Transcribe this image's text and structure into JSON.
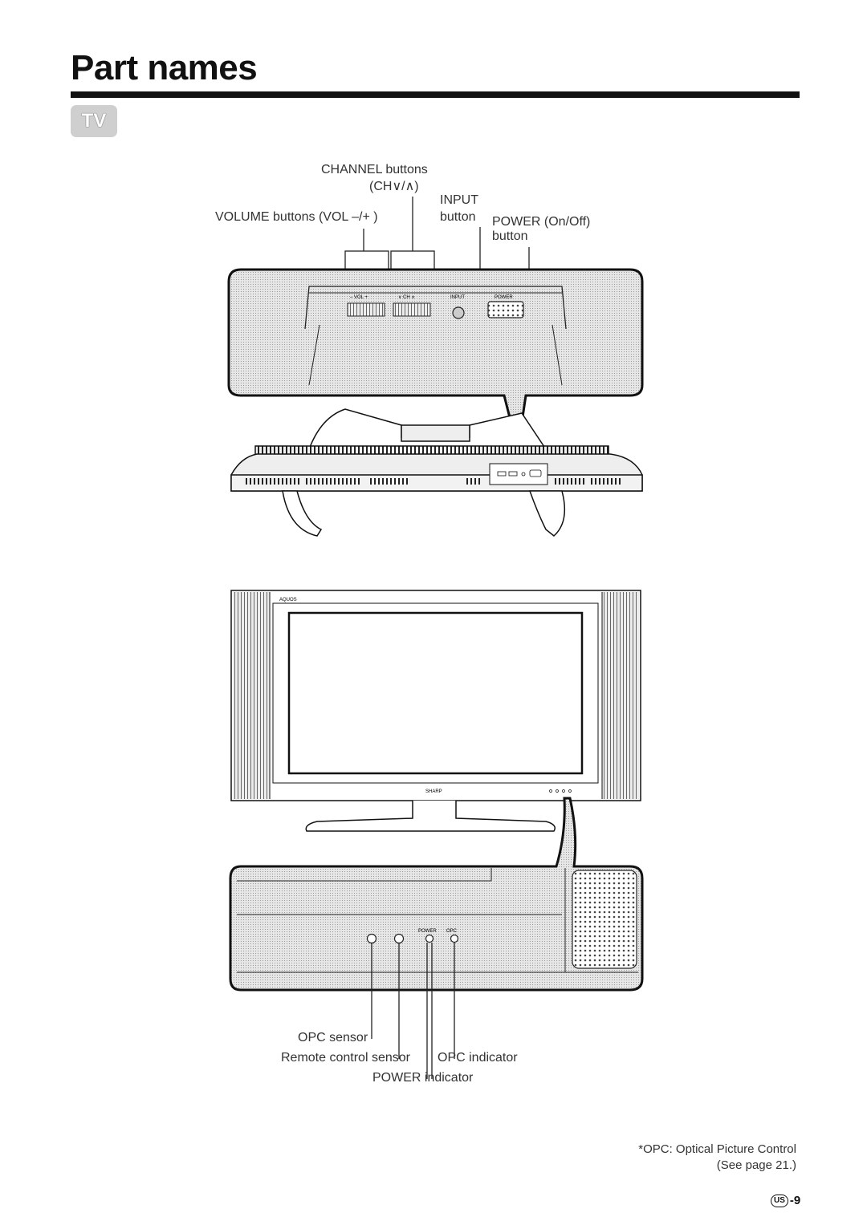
{
  "page": {
    "title": "Part names",
    "section_tag": "TV"
  },
  "top_view": {
    "labels": {
      "channel_line1": "CHANNEL buttons",
      "channel_line2": "(CH∨/∧)",
      "input_line1": "INPUT",
      "input_line2": "button",
      "volume": "VOLUME buttons (VOL –/+ )",
      "power_line1": "POWER (On/Off)",
      "power_line2": "button"
    },
    "panel_text": {
      "vol": "–  VOL  +",
      "ch": "∨  CH  ∧",
      "input": "INPUT",
      "power": "POWER"
    }
  },
  "front_view": {
    "brand_top": "AQUOS",
    "brand_bottom": "SHARP",
    "panel_text": {
      "power": "POWER",
      "opc": "OPC"
    },
    "labels": {
      "opc_sensor": "OPC sensor",
      "remote_sensor": "Remote control sensor",
      "opc_indicator": "OPC indicator",
      "power_indicator": "POWER indicator"
    }
  },
  "footnote": {
    "line1": "*OPC: Optical Picture Control",
    "line2": "(See page 21.)"
  },
  "page_number": {
    "badge": "US",
    "num": "-9"
  }
}
